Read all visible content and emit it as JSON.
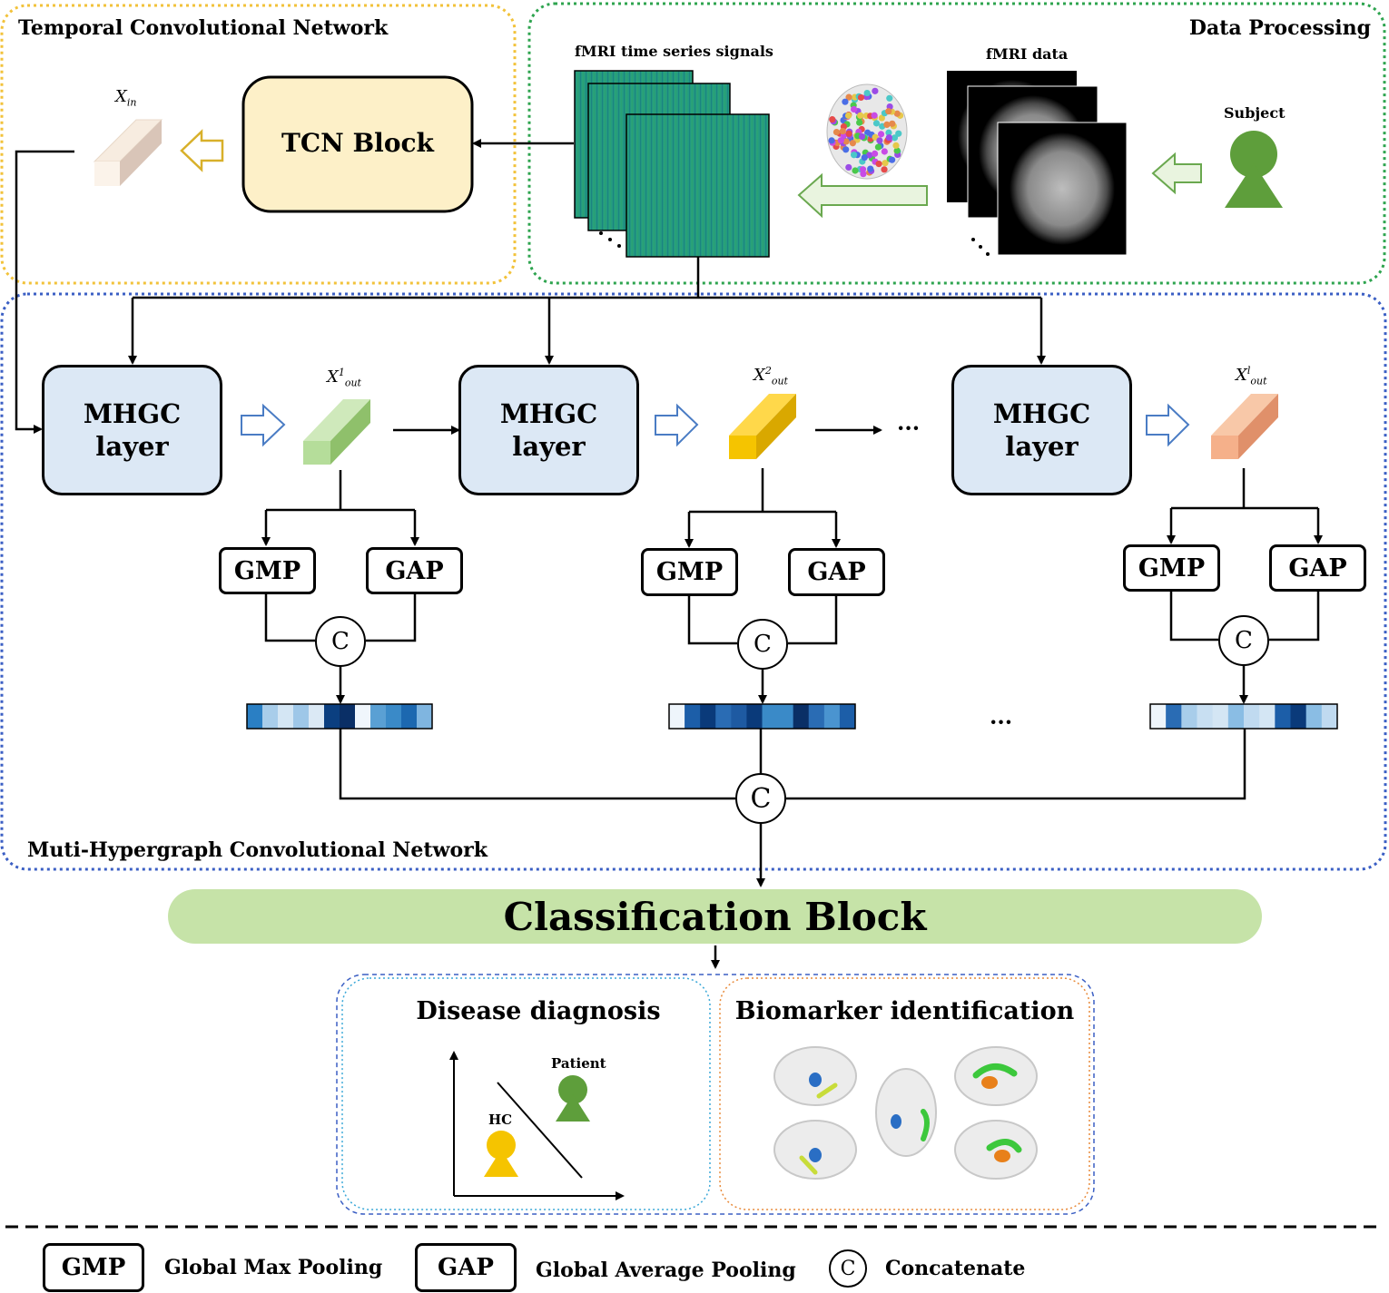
{
  "sections": {
    "tcn_title": "Temporal Convolutional Network",
    "data_processing_title": "Data Processing",
    "mhgcn_title": "Muti-Hypergraph Convolutional Network"
  },
  "tcn": {
    "block_label": "TCN Block",
    "input_label_main": "X",
    "input_label_sub": "in"
  },
  "data_processing": {
    "signals_label": "fMRI time series signals",
    "fmri_label": "fMRI data",
    "subject_label": "Subject"
  },
  "mhgcn": {
    "layers": [
      {
        "line1": "MHGC",
        "line2": "layer",
        "out_main": "X",
        "out_sup": "1",
        "out_sub": "out"
      },
      {
        "line1": "MHGC",
        "line2": "layer",
        "out_main": "X",
        "out_sup": "2",
        "out_sub": "out"
      },
      {
        "line1": "MHGC",
        "line2": "layer",
        "out_main": "X",
        "out_sup": "l",
        "out_sub": "out"
      }
    ],
    "gmp": "GMP",
    "gap": "GAP",
    "concat": "C",
    "ellipsis": "···"
  },
  "classification": {
    "label": "Classification Block"
  },
  "outputs": {
    "disease_title": "Disease diagnosis",
    "biomarker_title": "Biomarker identification",
    "patient_label": "Patient",
    "hc_label": "HC"
  },
  "legend": {
    "gmp": "GMP",
    "gmp_text": "Global Max Pooling",
    "gap": "GAP",
    "gap_text": "Global Average Pooling",
    "concat": "C",
    "concat_text": "Concatenate"
  },
  "colors": {
    "tcn_border": "#f2c23a",
    "data_border": "#2ea44f",
    "mhgcn_border": "#3b5fc4",
    "layer_fill": "#dce8f5",
    "tcn_fill": "#fdf0c8",
    "classification_fill": "#c6e3a8",
    "feat1": "#b5dd9a",
    "feat2": "#f5c400",
    "feat3": "#f5b08a",
    "subject": "#5e9e3b",
    "hc": "#f5c400"
  }
}
